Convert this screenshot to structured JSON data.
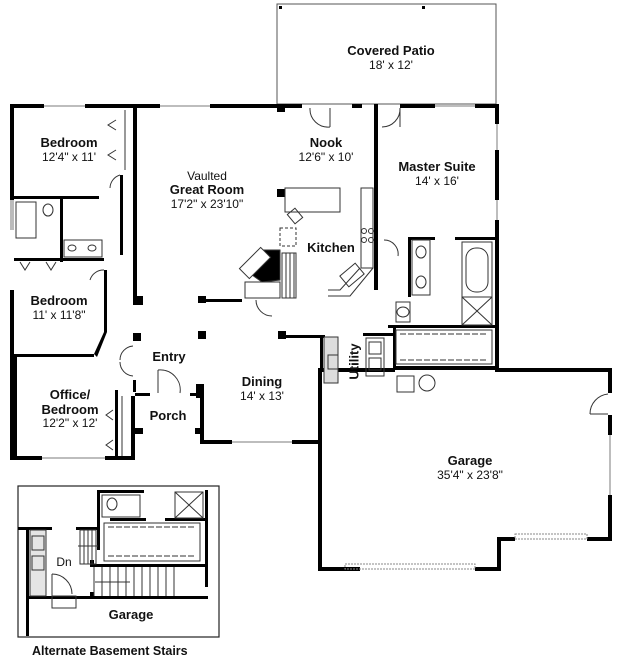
{
  "plan": {
    "rooms": [
      {
        "id": "covered-patio",
        "name": "Covered Patio",
        "dim": "18' x 12'"
      },
      {
        "id": "bedroom-1",
        "name": "Bedroom",
        "dim": "12'4\" x 11'"
      },
      {
        "id": "great-room",
        "prefix": "Vaulted",
        "name": "Great Room",
        "dim": "17'2\" x 23'10\""
      },
      {
        "id": "nook",
        "name": "Nook",
        "dim": "12'6\" x 10'"
      },
      {
        "id": "master-suite",
        "name": "Master Suite",
        "dim": "14' x 16'"
      },
      {
        "id": "kitchen",
        "name": "Kitchen"
      },
      {
        "id": "bedroom-2",
        "name": "Bedroom",
        "dim": "11' x 11'8\""
      },
      {
        "id": "entry",
        "name": "Entry"
      },
      {
        "id": "utility",
        "name": "Utility"
      },
      {
        "id": "office-bedroom",
        "name": "Office/",
        "name2": "Bedroom",
        "dim": "12'2\" x 12'"
      },
      {
        "id": "porch",
        "name": "Porch"
      },
      {
        "id": "dining",
        "name": "Dining",
        "dim": "14' x 13'"
      },
      {
        "id": "garage",
        "name": "Garage",
        "dim": "35'4\" x 23'8\""
      }
    ],
    "inset": {
      "caption": "Alternate Basement Stairs",
      "down_label": "Dn",
      "garage_label": "Garage"
    },
    "colors": {
      "wall": "#000000",
      "line": "#333333",
      "window": "#bdbdbd",
      "background": "#ffffff"
    }
  }
}
